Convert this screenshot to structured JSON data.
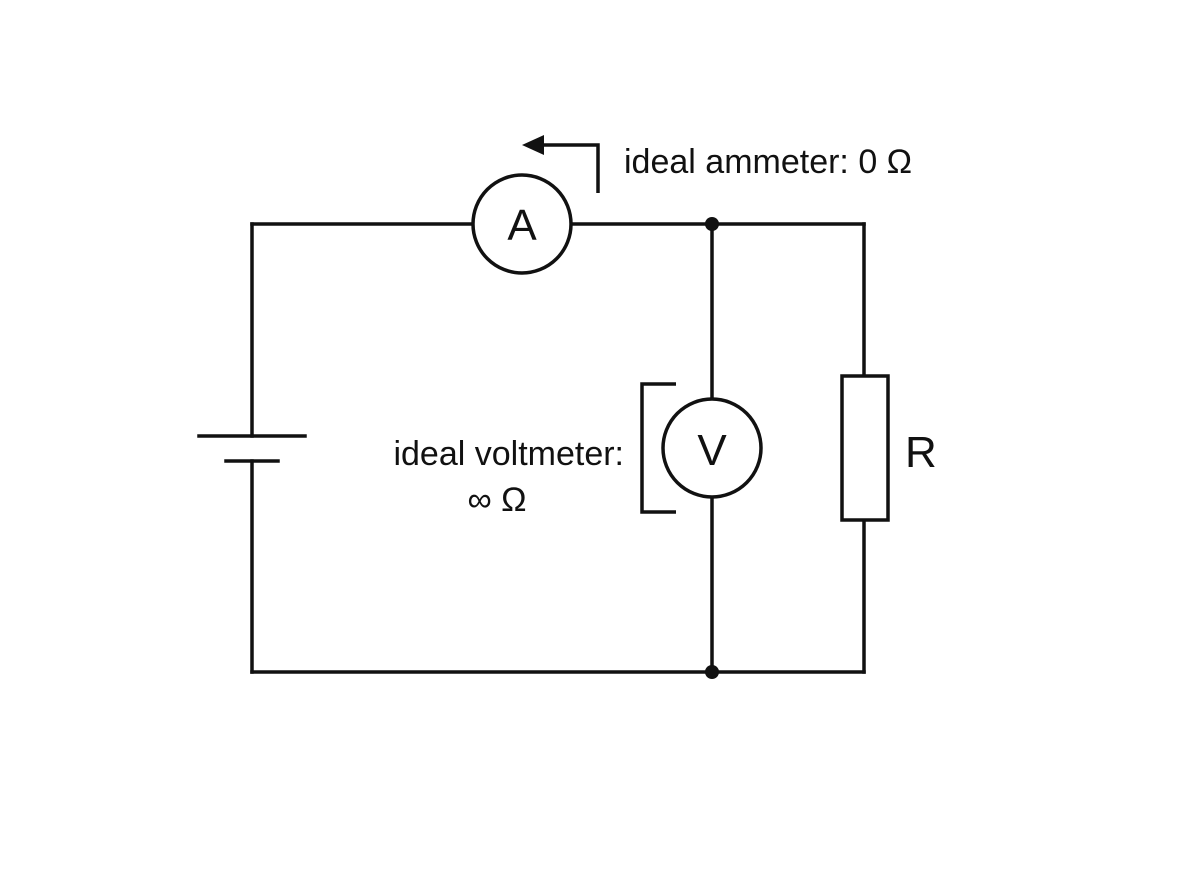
{
  "diagram": {
    "ammeter": {
      "symbol": "A",
      "annotation": "ideal ammeter: 0 Ω"
    },
    "voltmeter": {
      "symbol": "V",
      "annotation_line1": "ideal voltmeter:",
      "annotation_line2": "∞ Ω"
    },
    "resistor": {
      "label": "R"
    }
  },
  "colors": {
    "stroke": "#111111",
    "background": "#ffffff"
  }
}
